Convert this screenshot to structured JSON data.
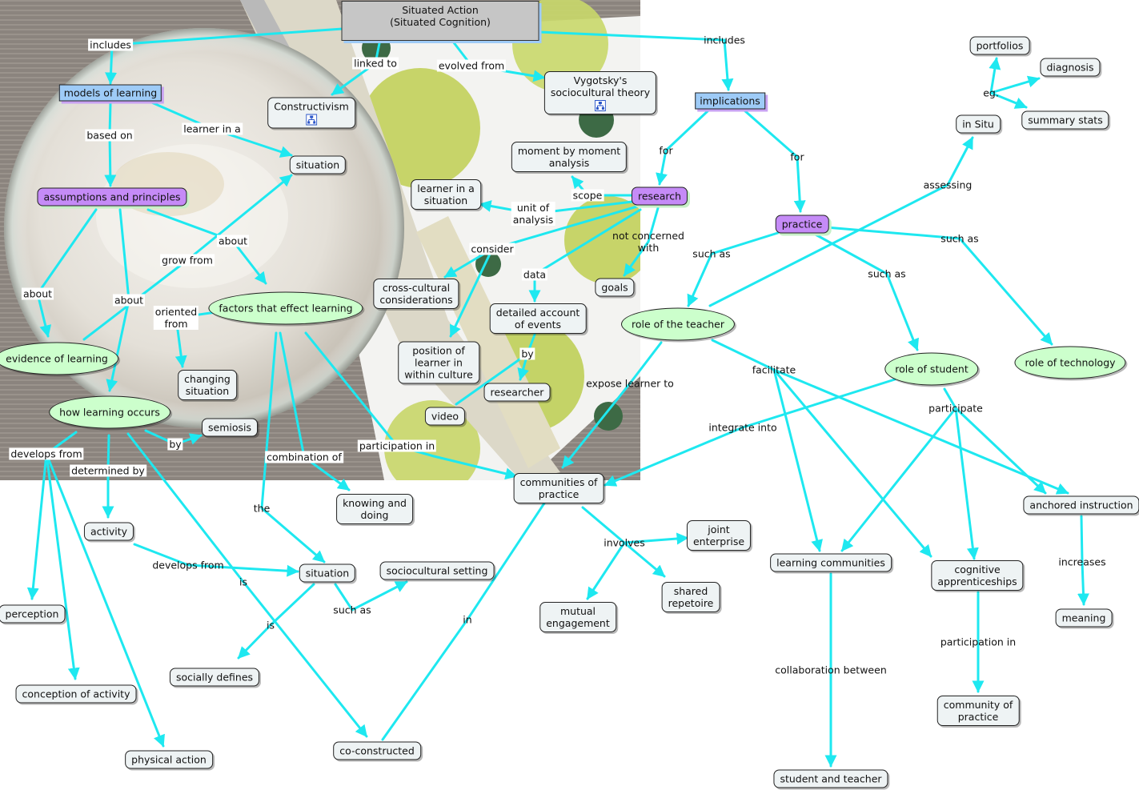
{
  "diagram": {
    "nodes": {
      "situated_action": "Situated Action\n(Situated Cognition)",
      "models_of_learning": "models of learning",
      "constructivism": "Constructivism",
      "vygotsky": "Vygotsky's\nsociocultural theory",
      "implications": "implications",
      "portfolios": "portfolios",
      "diagnosis": "diagnosis",
      "in_situ": "in Situ",
      "summary_stats": "summary stats",
      "situation_top": "situation",
      "assumptions": "assumptions and principles",
      "moment_by_moment": "moment by moment\nanalysis",
      "learner_in_situation": "learner in a\nsituation",
      "research": "research",
      "practice": "practice",
      "cross_cultural": "cross-cultural\nconsiderations",
      "goals": "goals",
      "factors": "factors that effect learning",
      "detailed_account": "detailed account\nof events",
      "role_teacher": "role of the teacher",
      "position_learner": "position of\nlearner in\nwithin culture",
      "evidence": "evidence of learning",
      "changing_situation": "changing\nsituation",
      "role_student": "role of student",
      "role_technology": "role of technology",
      "researcher": "researcher",
      "how_learning": "how learning occurs",
      "video": "video",
      "semiosis": "semiosis",
      "communities": "communities of\npractice",
      "knowing_doing": "knowing and\ndoing",
      "anchored": "anchored instruction",
      "activity": "activity",
      "joint_enterprise": "joint\nenterprise",
      "learning_communities": "learning communities",
      "situation_mid": "situation",
      "sociocultural_setting": "sociocultural setting",
      "cognitive_app": "cognitive\napprenticeships",
      "shared_repetoire": "shared\nrepetoire",
      "mutual_engagement": "mutual\nengagement",
      "perception": "perception",
      "meaning": "meaning",
      "socially_defines": "socially defines",
      "conception_activity": "conception of activity",
      "community_practice": "community of\npractice",
      "co_constructed": "co-constructed",
      "physical_action": "physical action",
      "student_teacher": "student and teacher"
    },
    "labels": {
      "includes_left": "includes",
      "includes_right": "includes",
      "linked_to": "linked to",
      "evolved_from": "evolved from",
      "eg": "eg.",
      "based_on": "based on",
      "learner_in_a": "learner in a",
      "for_research": "for",
      "for_practice": "for",
      "assessing": "assessing",
      "scope": "scope",
      "unit_of_analysis": "unit of\nanalysis",
      "not_concerned_with": "not concerned\nwith",
      "about_factors": "about",
      "such_as_teacher": "such as",
      "such_as_technology": "such as",
      "grow_from": "grow from",
      "consider": "consider",
      "such_as_student": "such as",
      "data": "data",
      "about_evidence": "about",
      "about_how": "about",
      "oriented_from": "oriented\nfrom",
      "by_researcher": "by",
      "facilitate": "facilitate",
      "expose_learner_to": "expose learner to",
      "participate": "participate",
      "integrate_into": "integrate into",
      "by_semiosis": "by",
      "participation_in_top": "participation in",
      "develops_from_left": "develops from",
      "combination_of": "combination of",
      "determined_by": "determined by",
      "the": "the",
      "involves": "involves",
      "increases": "increases",
      "develops_from_mid": "develops from",
      "is_coconstructed": "is",
      "such_as_setting": "such as",
      "in_label": "in",
      "is_socially": "is",
      "participation_in_bottom": "participation in",
      "collaboration_between": "collaboration between"
    }
  },
  "colors": {
    "link": "#1ee8f0",
    "concept": "#eef3f4",
    "heading_blue": "#9ecbf7",
    "heading_purple": "#c58bf7",
    "ellipse_green": "#ccffcc",
    "root_gray": "#c6c6c6"
  },
  "icons": [
    "concept-map-link-icon"
  ]
}
